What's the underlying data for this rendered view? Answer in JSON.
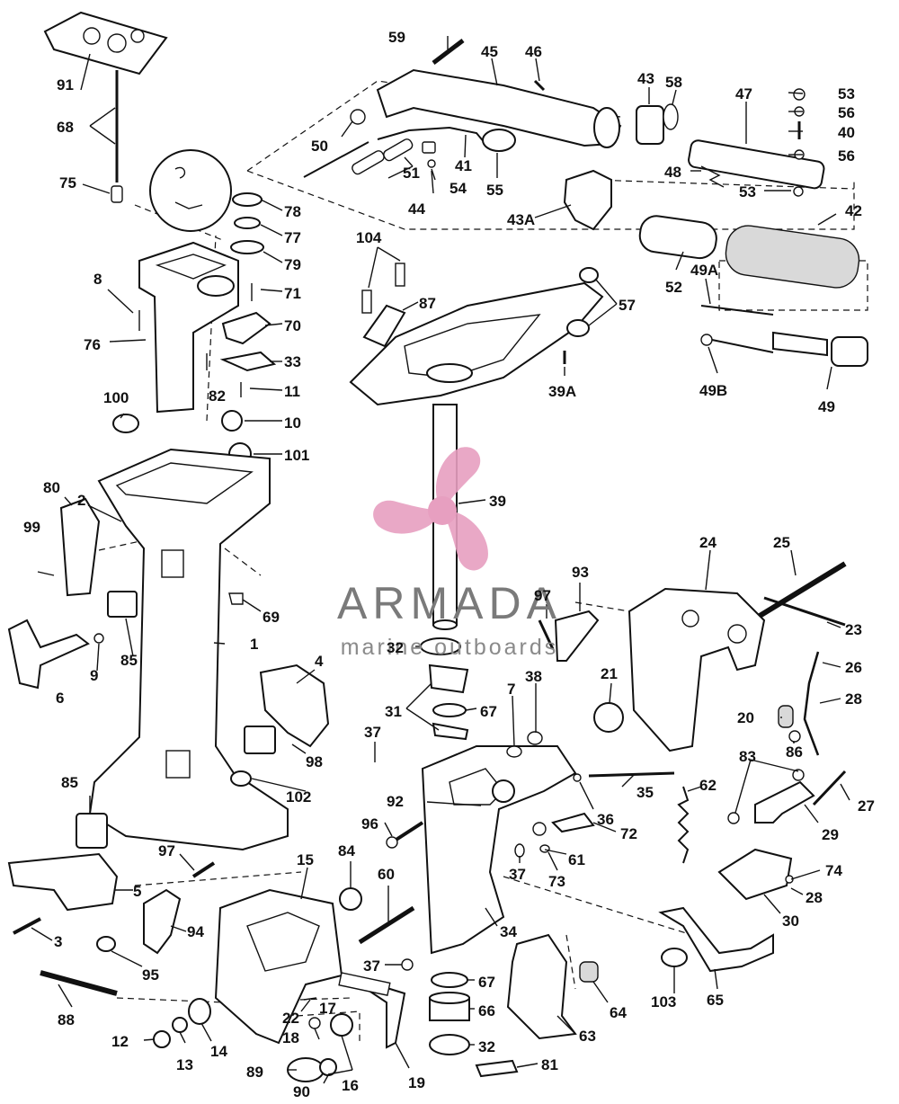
{
  "watermark": {
    "brand": "ARMADA",
    "tagline": "marine outboards",
    "logo_icon": "propeller-icon",
    "logo_color": "#e79fc0",
    "text_color": "#7a7a7a"
  },
  "labels": [
    {
      "id": "91"
    },
    {
      "id": "68"
    },
    {
      "id": "75"
    },
    {
      "id": "78"
    },
    {
      "id": "77"
    },
    {
      "id": "79"
    },
    {
      "id": "8"
    },
    {
      "id": "71"
    },
    {
      "id": "70"
    },
    {
      "id": "76"
    },
    {
      "id": "33"
    },
    {
      "id": "82"
    },
    {
      "id": "11"
    },
    {
      "id": "100"
    },
    {
      "id": "10"
    },
    {
      "id": "101"
    },
    {
      "id": "80"
    },
    {
      "id": "2"
    },
    {
      "id": "99"
    },
    {
      "id": "69"
    },
    {
      "id": "85"
    },
    {
      "id": "9"
    },
    {
      "id": "6"
    },
    {
      "id": "1"
    },
    {
      "id": "4"
    },
    {
      "id": "98"
    },
    {
      "id": "102"
    },
    {
      "id": "85"
    },
    {
      "id": "97"
    },
    {
      "id": "5"
    },
    {
      "id": "3"
    },
    {
      "id": "94"
    },
    {
      "id": "95"
    },
    {
      "id": "88"
    },
    {
      "id": "15"
    },
    {
      "id": "12"
    },
    {
      "id": "13"
    },
    {
      "id": "14"
    },
    {
      "id": "22"
    },
    {
      "id": "17"
    },
    {
      "id": "18"
    },
    {
      "id": "89"
    },
    {
      "id": "90"
    },
    {
      "id": "16"
    },
    {
      "id": "19"
    },
    {
      "id": "84"
    },
    {
      "id": "60"
    },
    {
      "id": "37"
    },
    {
      "id": "67"
    },
    {
      "id": "66"
    },
    {
      "id": "32"
    },
    {
      "id": "81"
    },
    {
      "id": "63"
    },
    {
      "id": "64"
    },
    {
      "id": "34"
    },
    {
      "id": "59"
    },
    {
      "id": "45"
    },
    {
      "id": "46"
    },
    {
      "id": "43"
    },
    {
      "id": "58"
    },
    {
      "id": "47"
    },
    {
      "id": "53"
    },
    {
      "id": "56"
    },
    {
      "id": "40"
    },
    {
      "id": "56"
    },
    {
      "id": "50"
    },
    {
      "id": "41"
    },
    {
      "id": "55"
    },
    {
      "id": "48"
    },
    {
      "id": "53"
    },
    {
      "id": "51"
    },
    {
      "id": "54"
    },
    {
      "id": "44"
    },
    {
      "id": "43A"
    },
    {
      "id": "42"
    },
    {
      "id": "104"
    },
    {
      "id": "87"
    },
    {
      "id": "57"
    },
    {
      "id": "52"
    },
    {
      "id": "49A"
    },
    {
      "id": "39A"
    },
    {
      "id": "49B"
    },
    {
      "id": "49"
    },
    {
      "id": "39"
    },
    {
      "id": "93"
    },
    {
      "id": "97"
    },
    {
      "id": "32"
    },
    {
      "id": "31"
    },
    {
      "id": "67"
    },
    {
      "id": "37"
    },
    {
      "id": "7"
    },
    {
      "id": "38"
    },
    {
      "id": "21"
    },
    {
      "id": "24"
    },
    {
      "id": "25"
    },
    {
      "id": "23"
    },
    {
      "id": "26"
    },
    {
      "id": "28"
    },
    {
      "id": "20"
    },
    {
      "id": "86"
    },
    {
      "id": "83"
    },
    {
      "id": "27"
    },
    {
      "id": "92"
    },
    {
      "id": "36"
    },
    {
      "id": "35"
    },
    {
      "id": "96"
    },
    {
      "id": "72"
    },
    {
      "id": "61"
    },
    {
      "id": "37"
    },
    {
      "id": "73"
    },
    {
      "id": "62"
    },
    {
      "id": "29"
    },
    {
      "id": "74"
    },
    {
      "id": "28"
    },
    {
      "id": "30"
    },
    {
      "id": "103"
    },
    {
      "id": "65"
    }
  ]
}
